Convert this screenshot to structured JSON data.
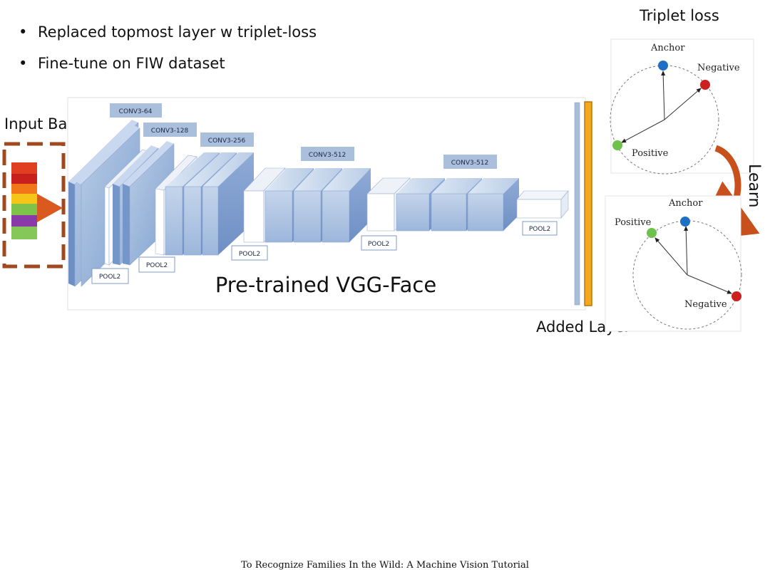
{
  "bullets": [
    "Replaced topmost layer w triplet-loss",
    "Fine-tune on FIW dataset"
  ],
  "input_label": "Input Batch",
  "network_title": "Pre-trained VGG-Face",
  "conv_labels": [
    "CONV3-64",
    "CONV3-128",
    "CONV3-256",
    "CONV3-512",
    "CONV3-512"
  ],
  "pool_label": "POOL2",
  "added_layer_label": "Added Layer",
  "triplet_title": "Triplet loss",
  "learn_label": "Learn",
  "triplet_before": {
    "anchor": "Anchor",
    "negative": "Negative",
    "positive": "Positive"
  },
  "triplet_after": {
    "anchor": "Anchor",
    "negative": "Negative",
    "positive": "Positive"
  },
  "colors": {
    "anchor": "#1f6fc5",
    "negative": "#cc1f1f",
    "positive": "#6cc24a",
    "dashed_box": "#a0481f",
    "added_layer": "#f3a81d",
    "learn_arrow": "#c8501c"
  },
  "input_stripe_colors": [
    "#e0401f",
    "#c8201c",
    "#f07818",
    "#f5c518",
    "#7fc24a",
    "#8a3aa8",
    "#86c75a"
  ],
  "footer": "To Recognize Families In the Wild: A Machine Vision Tutorial"
}
